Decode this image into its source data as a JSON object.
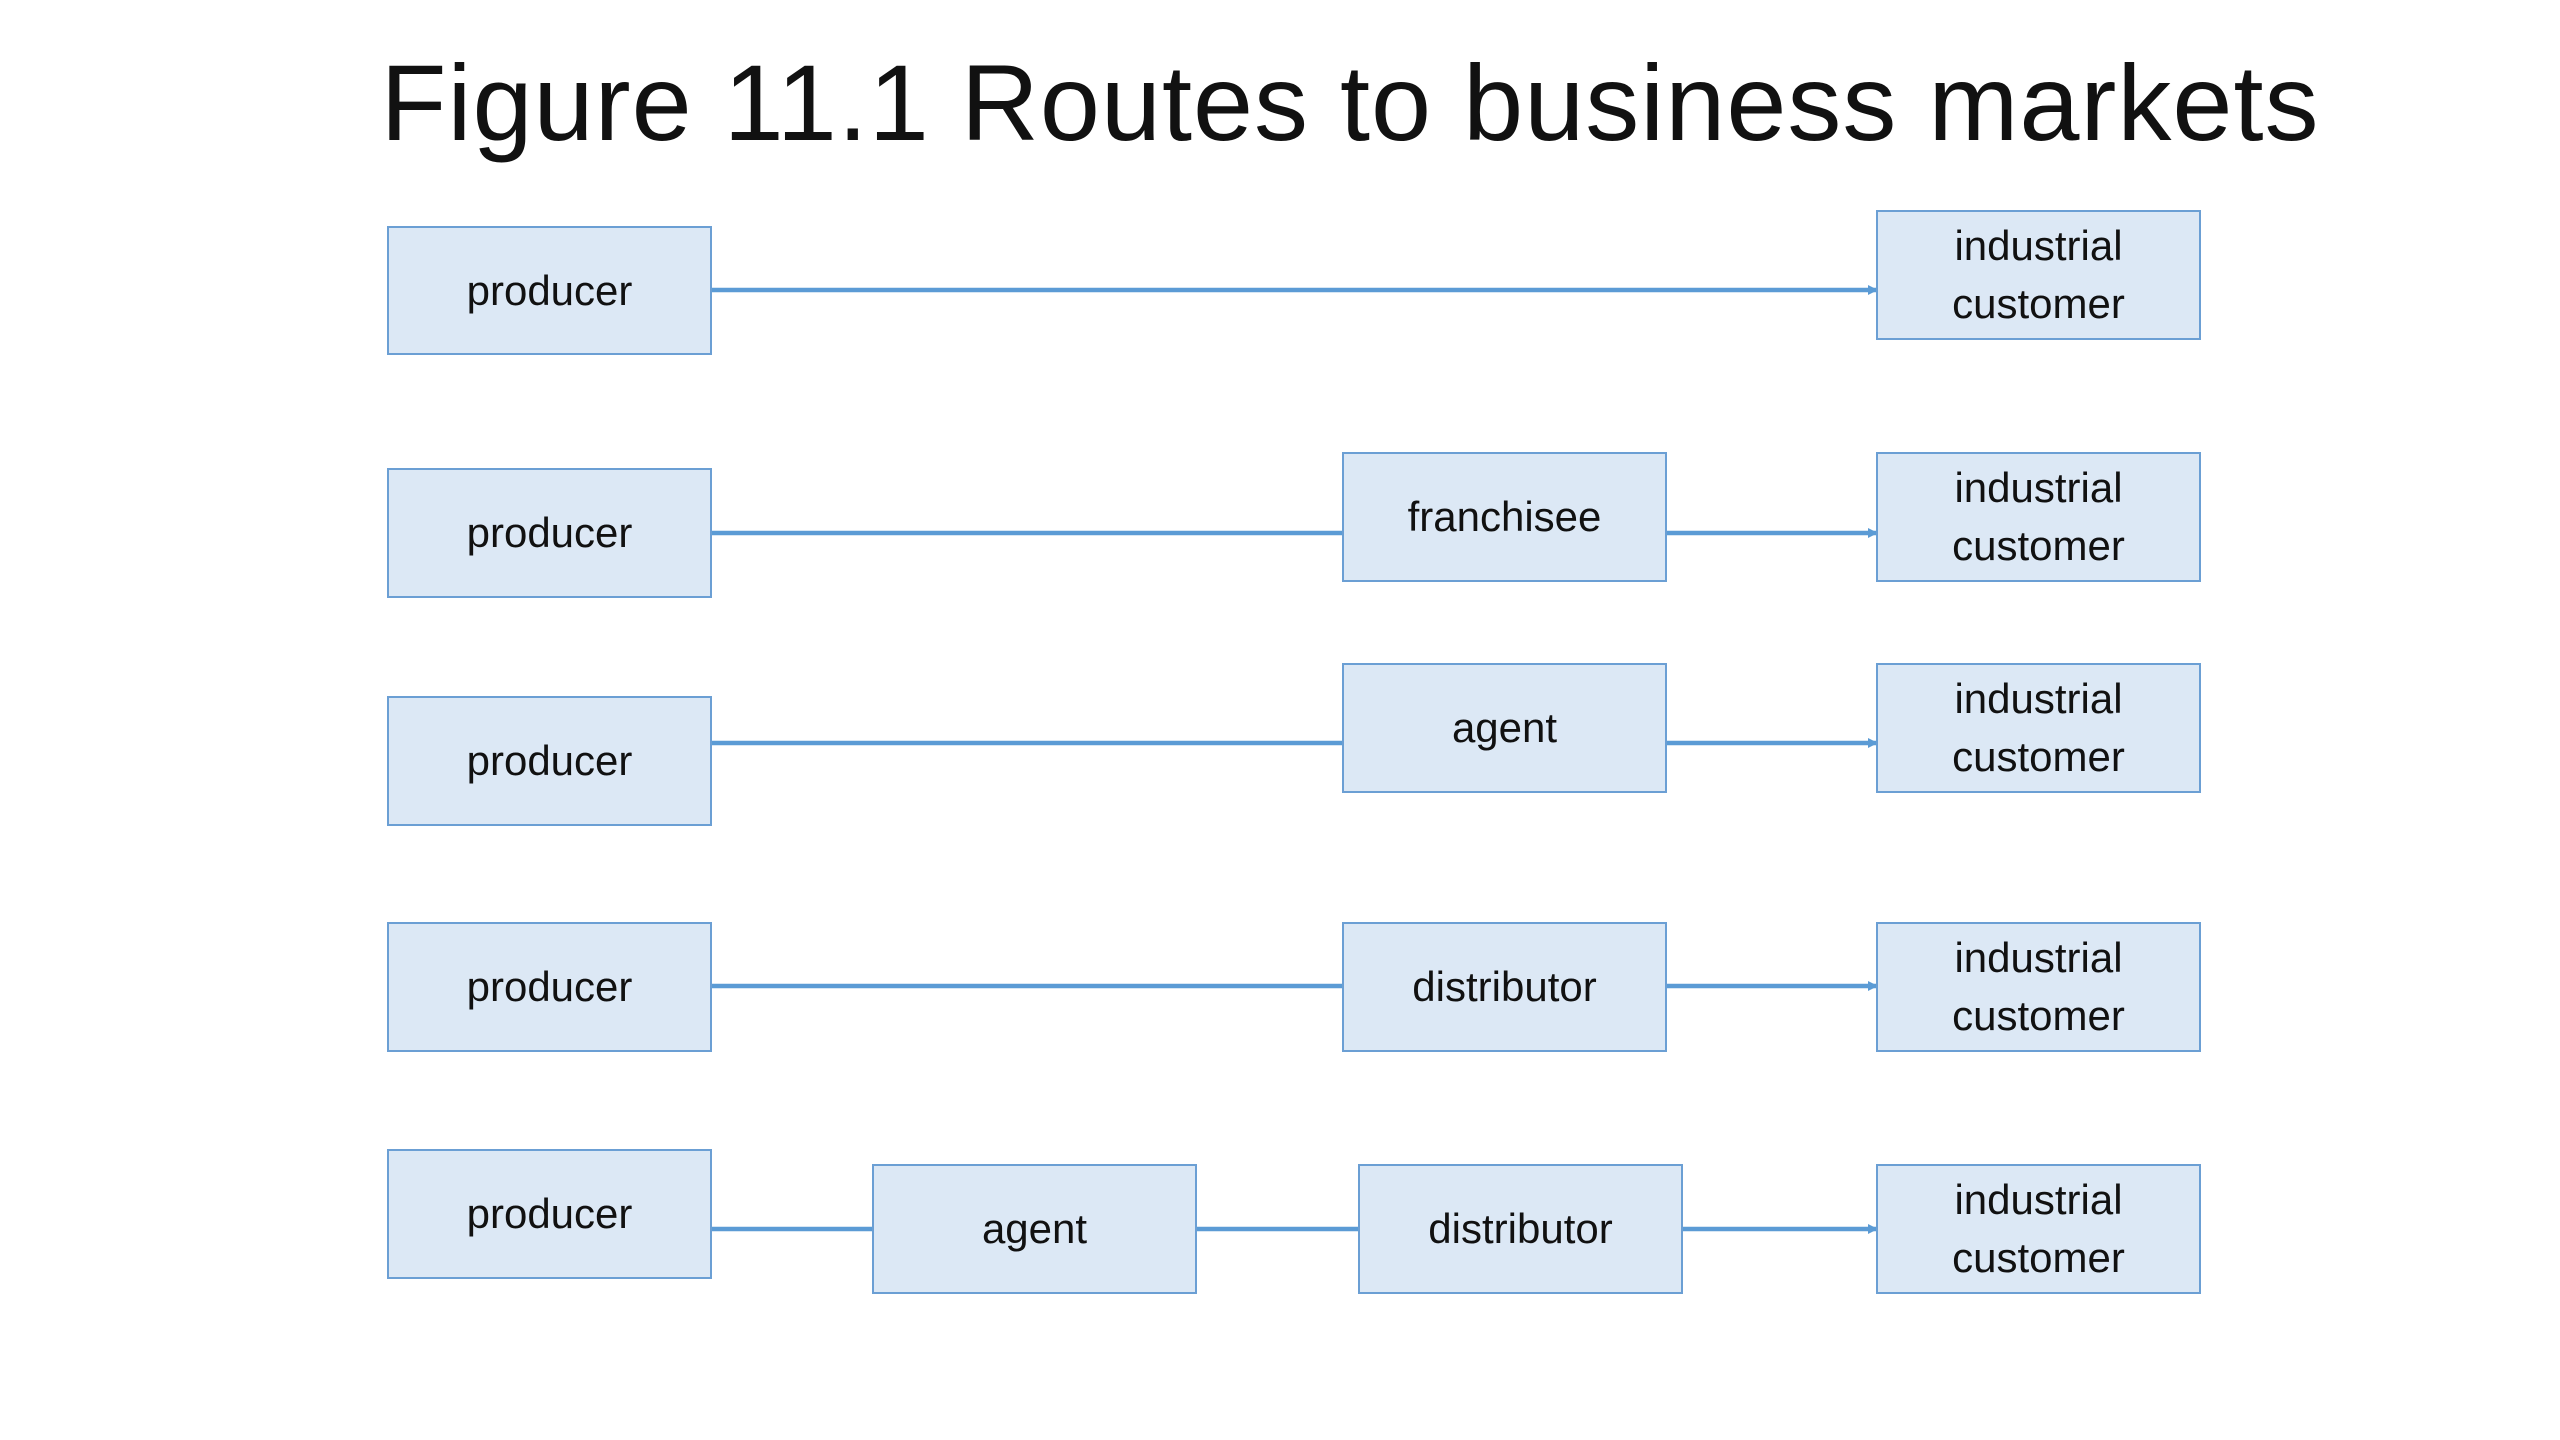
{
  "title": "Figure 11.1  Routes to business markets",
  "colors": {
    "box_fill": "#dce8f5",
    "box_border": "#6b9fd4",
    "arrow": "#5b9bd5",
    "text": "#111111"
  },
  "routes": [
    {
      "nodes": [
        "producer",
        "industrial\ncustomer"
      ]
    },
    {
      "nodes": [
        "producer",
        "franchisee",
        "industrial\ncustomer"
      ]
    },
    {
      "nodes": [
        "producer",
        "agent",
        "industrial\ncustomer"
      ]
    },
    {
      "nodes": [
        "producer",
        "distributor",
        "industrial\ncustomer"
      ]
    },
    {
      "nodes": [
        "producer",
        "agent",
        "distributor",
        "industrial\ncustomer"
      ]
    }
  ]
}
